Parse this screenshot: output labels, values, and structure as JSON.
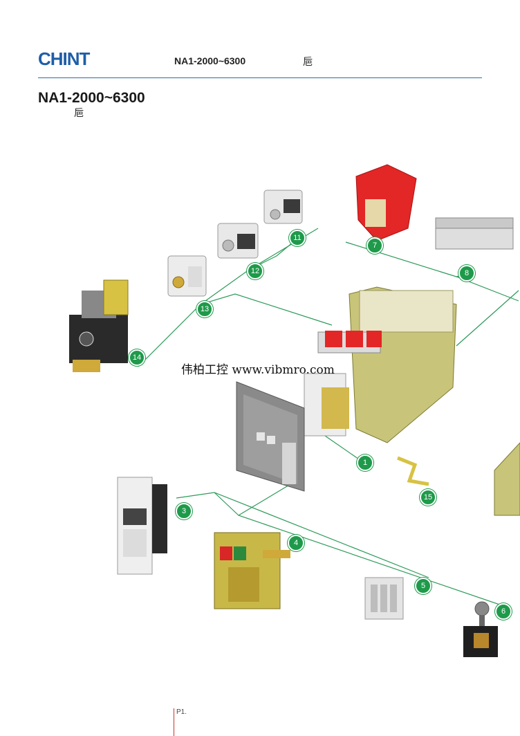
{
  "header": {
    "logo_text": "CHINT",
    "model": "NA1-2000~6300",
    "glyph": "巵"
  },
  "title": "NA1-2000~6300",
  "subtitle": "巵",
  "watermark": "伟柏工控 www.vibmro.com",
  "footer": "P1.",
  "callouts": [
    "1",
    "3",
    "4",
    "5",
    "6",
    "7",
    "8",
    "11",
    "12",
    "13",
    "14",
    "15"
  ],
  "colors": {
    "brand": "#1f5ea8",
    "callout": "#1e9a4a",
    "rule": "#2f6aa3",
    "leader": "#2e9a5a"
  }
}
